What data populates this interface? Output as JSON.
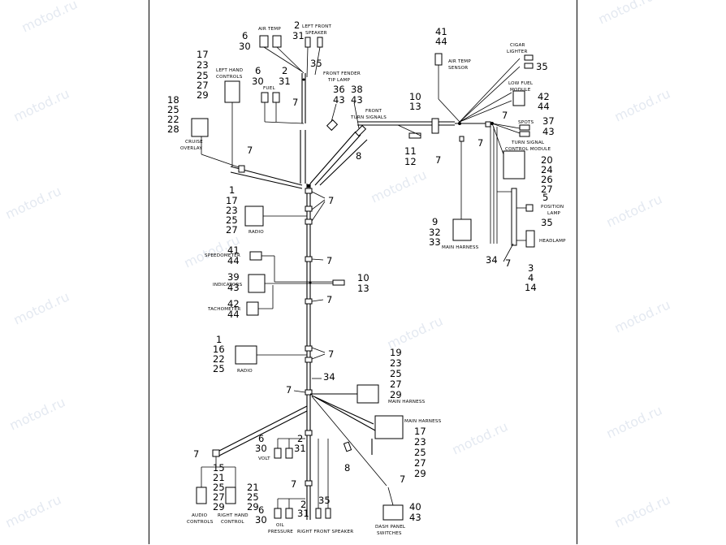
{
  "watermark": "motod.ru",
  "labels": {
    "air_temp": "AIR TEMP",
    "left_front_speaker_1": "LEFT FRONT",
    "left_front_speaker_2": "SPEAKER",
    "left_hand_controls_1": "LEFT HAND",
    "left_hand_controls_2": "CONTROLS",
    "fuel": "FUEL",
    "front_fender_tip_lamp_1": "FRONT FENDER",
    "front_fender_tip_lamp_2": "TIP LAMP",
    "front_turn_signals_1": "FRONT",
    "front_turn_signals_2": "TURN SIGNALS",
    "cruise_overlay_1": "CRUISE",
    "cruise_overlay_2": "OVERLAY",
    "radio": "RADIO",
    "speedometer": "SPEEDOMETER",
    "indicators": "INDICATORS",
    "tachometer": "TACHOMETER",
    "main_harness": "MAIN HARNESS",
    "volt": "VOLT",
    "oil_pressure_1": "OIL",
    "oil_pressure_2": "PRESSURE",
    "right_front_speaker": "RIGHT FRONT SPEAKER",
    "audio_controls_1": "AUDIO",
    "audio_controls_2": "CONTROLS",
    "right_hand_control_1": "RIGHT HAND",
    "right_hand_control_2": "CONTROL",
    "dash_panel_switches_1": "DASH PANEL",
    "dash_panel_switches_2": "SWITCHES",
    "air_temp_sensor_1": "AIR TEMP",
    "air_temp_sensor_2": "SENSOR",
    "cigar_lighter_1": "CIGAR",
    "cigar_lighter_2": "LIGHTER",
    "low_fuel_module_1": "LOW FUEL",
    "low_fuel_module_2": "MODULE",
    "spots": "SPOTS",
    "turn_signal_control_module_1": "TURN SIGNAL",
    "turn_signal_control_module_2": "CONTROL MODULE",
    "position_lamp_1": "POSITION",
    "position_lamp_2": "LAMP",
    "headlamp": "HEADLAMP"
  },
  "callouts": {
    "c_6a": "6",
    "c_30a": "30",
    "c_2a": "2",
    "c_31a": "31",
    "c_35a": "35",
    "c_17a": "17",
    "c_23a": "23",
    "c_25a": "25",
    "c_27a": "27",
    "c_29a": "29",
    "c_6b": "6",
    "c_30b": "30",
    "c_2b": "2",
    "c_31b": "31",
    "c_7a": "7",
    "c_36": "36",
    "c_43a": "43",
    "c_38": "38",
    "c_43b": "43",
    "c_18": "18",
    "c_25b": "25",
    "c_22a": "22",
    "c_28": "28",
    "c_7b": "7",
    "c_8a": "8",
    "c_1a": "1",
    "c_17b": "17",
    "c_23b": "23",
    "c_25c": "25",
    "c_27b": "27",
    "c_7c": "7",
    "c_41a": "41",
    "c_44a": "44",
    "c_7d": "7",
    "c_39": "39",
    "c_43c": "43",
    "c_10a": "10",
    "c_13a": "13",
    "c_42a": "42",
    "c_44b": "44",
    "c_7e": "7",
    "c_1b": "1",
    "c_16": "16",
    "c_22b": "22",
    "c_25d": "25",
    "c_7f": "7",
    "c_34a": "34",
    "c_7g": "7",
    "c_19": "19",
    "c_23c": "23",
    "c_25e": "25",
    "c_27c": "27",
    "c_29b": "29",
    "c_17c": "17",
    "c_23d": "23",
    "c_25f": "25",
    "c_27d": "27",
    "c_29c": "29",
    "c_7h": "7",
    "c_6c": "6",
    "c_30c": "30",
    "c_2c": "2",
    "c_31c": "31",
    "c_8b": "8",
    "c_15": "15",
    "c_21a": "21",
    "c_25g": "25",
    "c_27e": "27",
    "c_29d": "29",
    "c_21b": "21",
    "c_25h": "25",
    "c_29e": "29",
    "c_7i": "7",
    "c_35b": "35",
    "c_2d": "2",
    "c_6d": "6",
    "c_30d": "30",
    "c_31d": "31",
    "c_7j": "7",
    "c_40": "40",
    "c_43d": "43",
    "c_41b": "41",
    "c_44c": "44",
    "c_10b": "10",
    "c_13b": "13",
    "c_11": "11",
    "c_12": "12",
    "c_7k": "7",
    "c_9": "9",
    "c_32": "32",
    "c_33": "33",
    "c_35c": "35",
    "c_42b": "42",
    "c_44d": "44",
    "c_7l": "7",
    "c_37": "37",
    "c_43e": "43",
    "c_7m": "7",
    "c_20": "20",
    "c_24": "24",
    "c_26": "26",
    "c_27f": "27",
    "c_5": "5",
    "c_35d": "35",
    "c_34b": "34",
    "c_7n": "7",
    "c_3": "3",
    "c_4": "4",
    "c_14": "14"
  }
}
